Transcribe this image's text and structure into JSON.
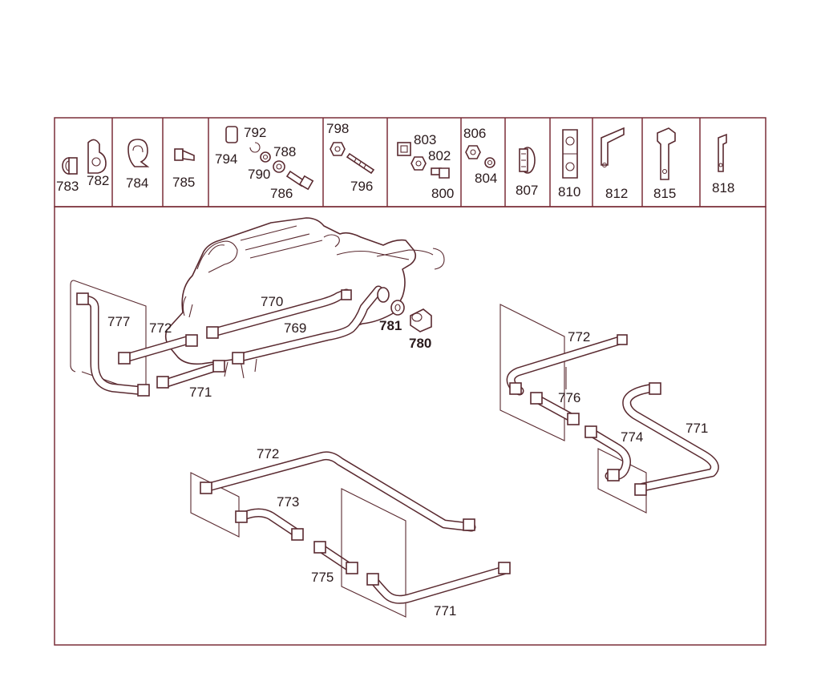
{
  "parts_row": [
    {
      "id": "783",
      "label": "783"
    },
    {
      "id": "782",
      "label": "782"
    },
    {
      "id": "784",
      "label": "784"
    },
    {
      "id": "785",
      "label": "785"
    },
    {
      "id": "794",
      "label": "794"
    },
    {
      "id": "792",
      "label": "792"
    },
    {
      "id": "788",
      "label": "788"
    },
    {
      "id": "790",
      "label": "790"
    },
    {
      "id": "786",
      "label": "786"
    },
    {
      "id": "798",
      "label": "798"
    },
    {
      "id": "796",
      "label": "796"
    },
    {
      "id": "803",
      "label": "803"
    },
    {
      "id": "802",
      "label": "802"
    },
    {
      "id": "800",
      "label": "800"
    },
    {
      "id": "806",
      "label": "806"
    },
    {
      "id": "804",
      "label": "804"
    },
    {
      "id": "807",
      "label": "807"
    },
    {
      "id": "810",
      "label": "810"
    },
    {
      "id": "812",
      "label": "812"
    },
    {
      "id": "815",
      "label": "815"
    },
    {
      "id": "818",
      "label": "818"
    }
  ],
  "callouts": {
    "engine": {
      "c777": "777",
      "c772": "772",
      "c770": "770",
      "c769": "769",
      "c771": "771",
      "c781": "781",
      "c780": "780"
    },
    "right": {
      "c772": "772",
      "c776": "776",
      "c774": "774",
      "c771": "771"
    },
    "bottom": {
      "c772": "772",
      "c773": "773",
      "c775": "775",
      "c771": "771"
    }
  },
  "colors": {
    "frame": "#7a2e38",
    "line": "#5a2a30",
    "text": "#2a1a1c"
  }
}
